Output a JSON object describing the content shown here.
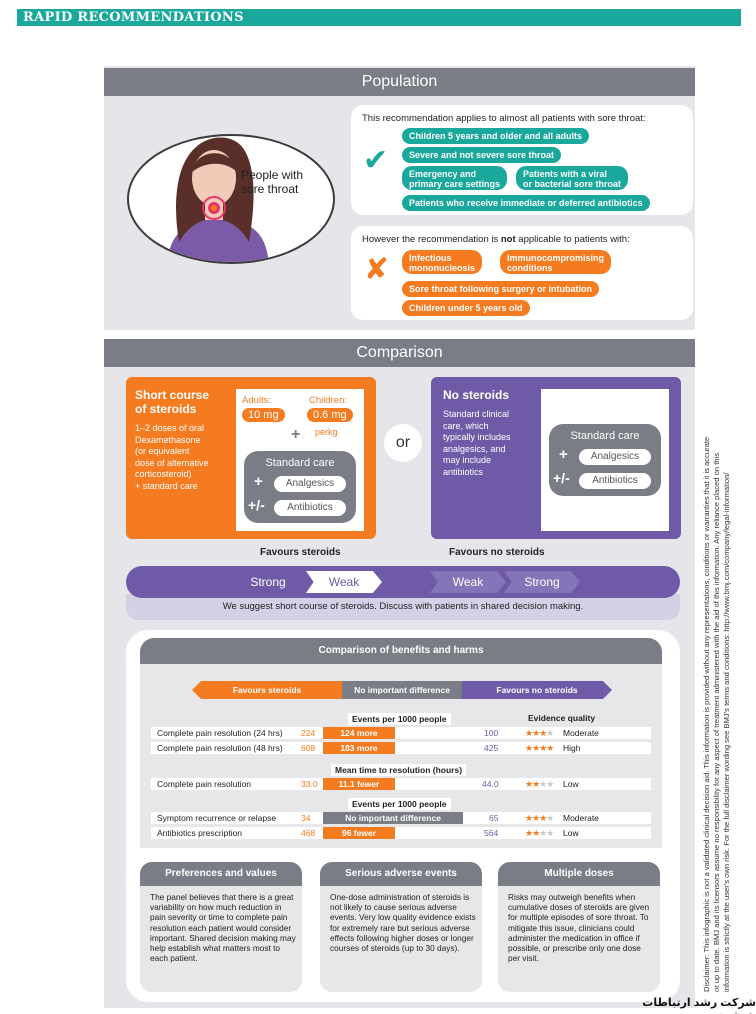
{
  "banner": "RAPID RECOMMENDATIONS",
  "population": {
    "title": "Population",
    "people_label_1": "People with",
    "people_label_2": "sore throat",
    "applies_title": "This recommendation applies to almost all patients with sore throat:",
    "applies": [
      "Children 5 years and older and all adults",
      "Severe and not severe sore throat",
      "Emergency and",
      "primary care settings",
      "Patients with a viral",
      "or bacterial sore throat",
      "Patients who receive immediate or deferred antibiotics"
    ],
    "not_applies_title_pre": "However the recommendation is ",
    "not_applies_title_bold": "not",
    "not_applies_title_post": " applicable to patients with:",
    "not_applies": [
      "Infectious",
      "mononucleosis",
      "Immunocompromising",
      "conditions",
      "Sore throat following surgery or intubation",
      "Children under 5 years old"
    ]
  },
  "comparison": {
    "title": "Comparison",
    "steroids": {
      "title_1": "Short course",
      "title_2": "of steroids",
      "text": [
        "1–2 doses of oral",
        "Dexamethasone",
        "(or equivalent",
        "dose of alternative",
        "corticosteroid)",
        "+ standard care"
      ],
      "adults_label": "Adults:",
      "adults_dose": "10 mg",
      "children_label": "Children:",
      "children_dose": "0.6 mg",
      "children_unit": "perkg"
    },
    "no_steroids": {
      "title": "No steroids",
      "text": [
        "Standard clinical",
        "care, which",
        "typically includes",
        "analgesics, and",
        "may include",
        "antibiotics"
      ]
    },
    "standard_care": "Standard care",
    "analgesics": "Analgesics",
    "antibiotics": "Antibiotics",
    "plus": "+",
    "plus_minus": "+/-",
    "or": "or",
    "favours_steroids": "Favours steroids",
    "favours_no_steroids": "Favours no steroids",
    "strength": [
      "Strong",
      "Weak",
      "Weak",
      "Strong"
    ],
    "suggestion": "We suggest short course of steroids. Discuss with patients in shared decision making."
  },
  "benefits": {
    "title": "Comparison of benefits and harms",
    "legend": [
      "Favours steroids",
      "No important difference",
      "Favours no steroids"
    ],
    "events_header": "Events per 1000 people",
    "quality_header": "Evidence quality",
    "mean_time_header": "Mean time to resolution (hours)",
    "rows": [
      {
        "label": "Complete pain resolution (24 hrs)",
        "steroid": "224",
        "diff": "124 more",
        "no_steroid": "100",
        "stars": 3,
        "quality": "Moderate"
      },
      {
        "label": "Complete pain resolution (48 hrs)",
        "steroid": "608",
        "diff": "183 more",
        "no_steroid": "425",
        "stars": 4,
        "quality": "High"
      },
      {
        "label": "Complete pain resolution",
        "steroid": "33.0",
        "diff": "11.1 fewer",
        "no_steroid": "44.0",
        "stars": 2,
        "quality": "Low"
      },
      {
        "label": "Symptom recurrence or relapse",
        "steroid": "34",
        "diff": "No important difference",
        "no_steroid": "65",
        "stars": 3,
        "quality": "Moderate"
      },
      {
        "label": "Antibiotics prescription",
        "steroid": "468",
        "diff": "96 fewer",
        "no_steroid": "564",
        "stars": 2,
        "quality": "Low"
      }
    ]
  },
  "cards": [
    {
      "title": "Preferences and values",
      "text": "The panel believes that there is a great variability on how much reduction in pain severity or time to complete pain resolution each patient would consider important. Shared decision making may help establish what matters most to each patient."
    },
    {
      "title": "Serious adverse events",
      "text": "One-dose administration of steroids is not likely to cause serious adverse events. Very low quality evidence exists for extremely rare but serious adverse effects following higher doses or longer courses of steroids (up to 30 days)."
    },
    {
      "title": "Multiple doses",
      "text": "Risks may outweigh benefits when cumulative doses of steroids are given for multiple episodes of sore throat. To mitigate this issue, clinicians could administer the medication in office if possible, or prescribe only one dose per visit."
    }
  ],
  "disclaimer": "Disclaimer: This infographic is not a validated clinical decision aid. This information is provided without any representations, conditions or warranties that it is accurate or up to date. BMJ and its licensors assume no responsibility for any aspect of treatment administered with the aid of this information. Any reliance placed on this information is strictly at the user's own risk. For the full disclaimer wording see BMJ's terms and conditions: http://www.bmj.com/company/legal-information/",
  "watermark": "شرکت رشد ارتباطات هوشمند",
  "colors": {
    "teal": "#19a89b",
    "orange": "#f47b20",
    "purple": "#6f5aa8",
    "grey": "#7a7d85"
  }
}
